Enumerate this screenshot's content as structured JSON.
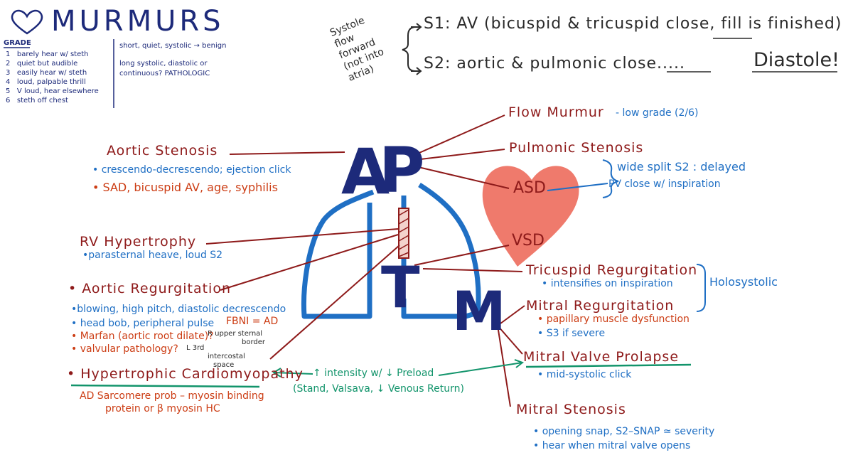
{
  "title": {
    "heart_icon": "heart-outline-icon",
    "text": "MURMURS"
  },
  "grade": {
    "label": "GRADE",
    "rows": [
      {
        "n": "1",
        "desc": "barely hear w/ steth"
      },
      {
        "n": "2",
        "desc": "quiet but audible"
      },
      {
        "n": "3",
        "desc": "easily hear w/ steth"
      },
      {
        "n": "4",
        "desc": "loud, palpable thrill"
      },
      {
        "n": "5",
        "desc": "V loud, hear elsewhere"
      },
      {
        "n": "6",
        "desc": "steth off chest"
      }
    ],
    "benign": "short, quiet, systolic → benign",
    "patho_line1": "long systolic, diastolic or",
    "patho_line2": "continuous? PATHOLOGIC"
  },
  "systole": {
    "label_lines": [
      "Systole",
      "flow",
      "forward",
      "(not into",
      "atria)"
    ],
    "s1": "S1: AV (bicuspid & tricuspid close, fill is finished)",
    "s2": "S2: aortic & pulmonic close.....",
    "diastole": "Diastole!"
  },
  "valves": {
    "a": "A",
    "p": "P",
    "t": "T",
    "m": "M"
  },
  "heart_shape": {
    "asd": "ASD",
    "vsd": "VSD"
  },
  "left": {
    "aortic_stenosis": {
      "title": "Aortic Stenosis",
      "line1": "• crescendo-decrescendo; ejection click",
      "line2": "• SAD, bicuspid AV, age, syphilis"
    },
    "rv_hypertrophy": {
      "title": "RV Hypertrophy",
      "line1": "•parasternal heave, loud S2"
    },
    "aortic_regurgitation": {
      "title": "• Aortic Regurgitation",
      "line1": "•blowing, high pitch, diastolic decrescendo",
      "line2": "• head bob, peripheral pulse",
      "fbni": "FBNI = AD",
      "line3": "• Marfan (aortic root dilate)?",
      "line4": "• valvular pathology?",
      "r_note": "R upper sternal",
      "r_note2": "border",
      "l_note": "L 3rd",
      "l_note2": "intercostal",
      "l_note3": "space"
    },
    "hcm": {
      "title": "• Hypertrophic Cardiomyopathy",
      "line1": "AD Sarcomere prob – myosin binding",
      "line2": "protein or β myosin HC"
    }
  },
  "preload": {
    "line1": "↑ intensity w/ ↓ Preload",
    "line2": "(Stand, Valsava, ↓ Venous Return)"
  },
  "right": {
    "flow_murmur": {
      "title": "Flow Murmur",
      "note": "- low grade (2/6)"
    },
    "pulmonic_stenosis": {
      "title": "Pulmonic Stenosis"
    },
    "asd_note": {
      "line1": "wide split S2 : delayed",
      "line2": "PV close w/ inspiration"
    },
    "tricuspid_regurgitation": {
      "title": "Tricuspid Regurgitation",
      "line1": "• intensifies on inspiration"
    },
    "holosystolic": "Holosystolic",
    "mitral_regurgitation": {
      "title": "Mitral Regurgitation",
      "line1": "• papillary muscle dysfunction",
      "line2": "• S3 if severe"
    },
    "mvp": {
      "title": "Mitral Valve Prolapse",
      "line1": "• mid-systolic click"
    },
    "mitral_stenosis": {
      "title": "Mitral Stenosis",
      "line1": "• opening snap, S2–SNAP ≃ severity",
      "line2": "• hear when mitral valve opens"
    }
  },
  "colors": {
    "navy": "#1d2a7a",
    "dark_red": "#8e1a1a",
    "orange": "#cc3d14",
    "blue": "#1f6fc4",
    "green": "#12946b",
    "heart_fill": "#ef7a6c"
  }
}
